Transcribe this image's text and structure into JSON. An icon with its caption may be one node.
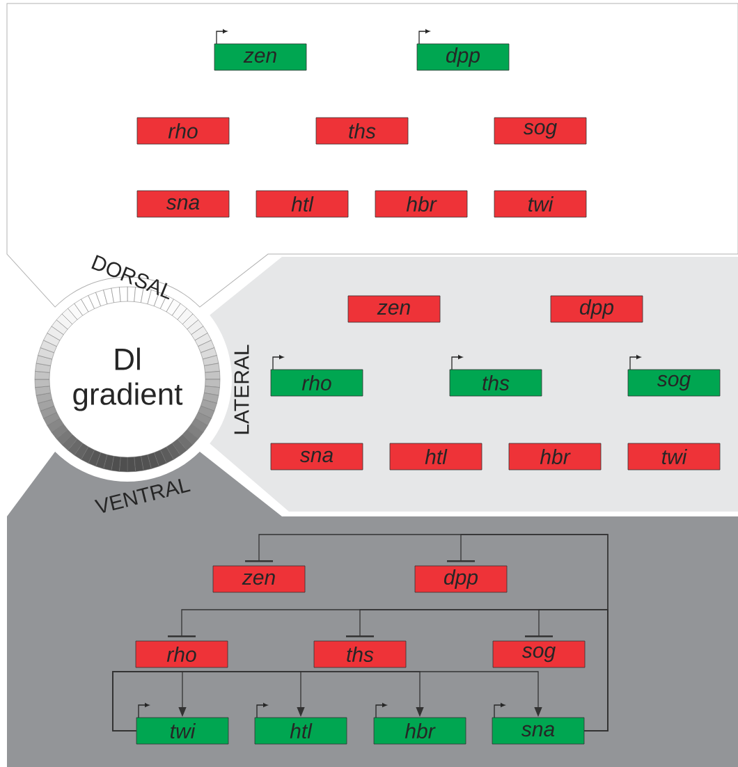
{
  "diagram": {
    "nodes": [
      {
        "text": [],
        "shape": "box"
      },
      {
        "text": [
          "zen"
        ],
        "in": 0
      },
      {
        "text": [
          "dpp"
        ],
        "in": 0
      },
      {
        "text": [
          "rho"
        ],
        "in": 0
      },
      {
        "text": [
          "ths"
        ],
        "in": 0
      },
      {
        "text": [
          "sog"
        ],
        "in": 0
      },
      {
        "text": [
          "sna"
        ],
        "in": 0
      },
      {
        "text": [
          "htl"
        ],
        "in": 0
      },
      {
        "text": [
          "hbr"
        ],
        "in": 0
      },
      {
        "text": [
          "twi"
        ],
        "in": 0
      },
      {
        "text": [
          "Dl gradient"
        ]
      },
      {
        "text": [],
        "shape": "box"
      },
      {
        "text": [
          "zen"
        ],
        "in": 11
      },
      {
        "text": [
          "dpp"
        ],
        "in": 11
      },
      {
        "text": [
          "rho"
        ],
        "in": 11
      },
      {
        "text": [
          "ths"
        ],
        "in": 11
      },
      {
        "text": [
          "sog"
        ],
        "in": 11
      },
      {
        "text": [
          "sna"
        ],
        "in": 11
      },
      {
        "text": [
          "htl"
        ],
        "in": 11
      },
      {
        "text": [
          "hbr"
        ],
        "in": 11
      },
      {
        "text": [
          "twi"
        ],
        "in": 11
      },
      {
        "text": [],
        "shape": "box"
      },
      {
        "text": [
          "zen"
        ],
        "in": 21
      },
      {
        "text": [
          "dpp"
        ],
        "in": 21
      },
      {
        "text": [
          "rho"
        ],
        "in": 21
      },
      {
        "text": [
          "ths"
        ],
        "in": 21
      },
      {
        "text": [
          "sog"
        ],
        "in": 21
      },
      {
        "text": [
          "twi"
        ],
        "in": 21
      },
      {
        "text": [
          "htl"
        ],
        "in": 21
      },
      {
        "text": [
          "hbr"
        ],
        "in": 21
      },
      {
        "text": [
          "sna"
        ],
        "in": 21
      }
    ],
    "edges": [
      {
        "from": 30,
        "to": 22,
        "arrow": "other"
      },
      {
        "from": 30,
        "to": 23,
        "arrow": "other"
      },
      {
        "from": 30,
        "to": 24,
        "arrow": "other"
      },
      {
        "from": 30,
        "to": 25,
        "arrow": "other"
      },
      {
        "from": 30,
        "to": 26,
        "arrow": "other"
      },
      {
        "from": 27,
        "to": 27,
        "arrow": "to"
      },
      {
        "from": 27,
        "to": 28,
        "arrow": "to"
      },
      {
        "from": 27,
        "to": 29,
        "arrow": "to"
      },
      {
        "from": 27,
        "to": 30,
        "arrow": "to"
      }
    ],
    "labels": [
      "DORSAL",
      "LATERAL",
      "VENTRAL"
    ]
  }
}
